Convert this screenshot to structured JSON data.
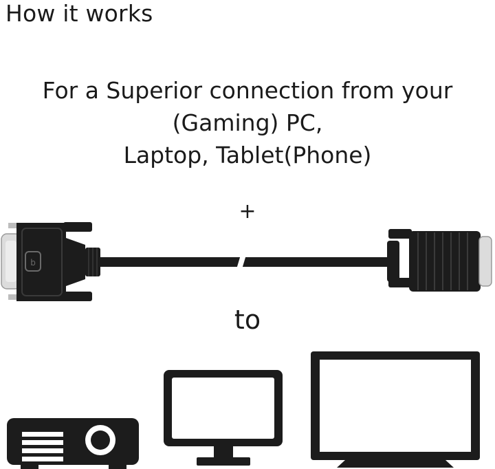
{
  "heading": "How it works",
  "intro_lines": [
    "For a Superior connection from your",
    "(Gaming) PC,",
    "Laptop, Tablet(Phone)"
  ],
  "plus_symbol": "+",
  "to_label": "to",
  "icons": {
    "cable": "vga-cable-icon",
    "projector": "projector-icon",
    "monitor": "monitor-icon",
    "tv": "tv-icon"
  },
  "colors": {
    "text": "#1a1a1a",
    "dark": "#1c1c1c",
    "silver": "#d7d7d7",
    "background": "#ffffff"
  }
}
